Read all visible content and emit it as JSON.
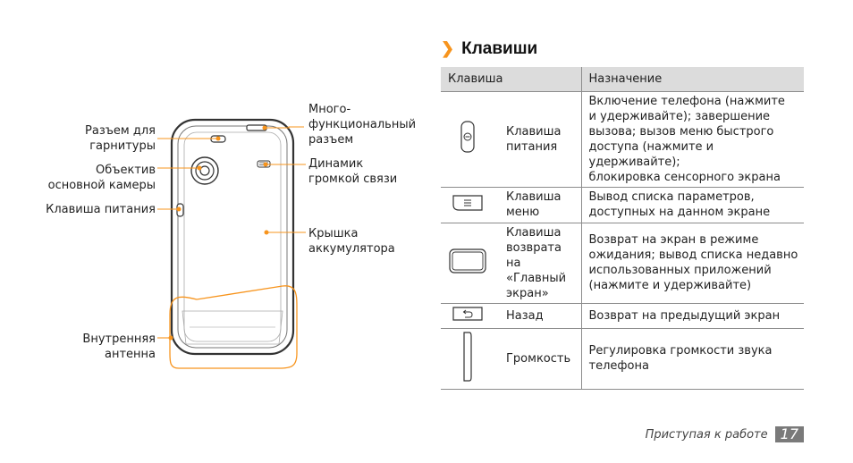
{
  "diagram": {
    "labels": {
      "headset_jack": "Разъем для\nгарнитуры",
      "camera_lens": "Объектив\nосновной камеры",
      "power_key": "Клавиша питания",
      "internal_antenna": "Внутренняя\nантенна",
      "multifunction_jack": "Много-\nфункциональный\nразъем",
      "speaker": "Динамик\nгромкой связи",
      "battery_cover": "Крышка\nаккумулятора"
    }
  },
  "section": {
    "title": "Клавиши"
  },
  "table": {
    "headers": [
      "Клавиша",
      "Назначение"
    ],
    "rows": [
      {
        "icon": "power-key-icon",
        "name": "Клавиша\nпитания",
        "desc": "Включение телефона (нажмите\nи удерживайте); завершение\nвызова; вызов меню быстрого\nдоступа (нажмите и удерживайте);\nблокировка сенсорного экрана"
      },
      {
        "icon": "menu-key-icon",
        "name": "Клавиша\nменю",
        "desc": "Вывод списка параметров,\nдоступных на данном экране"
      },
      {
        "icon": "home-key-icon",
        "name": "Клавиша\nвозврата на\n«Главный\nэкран»",
        "desc": "Возврат на экран в режиме\nожидания; вывод списка недавно\nиспользованных приложений\n(нажмите и удерживайте)"
      },
      {
        "icon": "back-key-icon",
        "name": "Назад",
        "desc": "Возврат на предыдущий экран"
      },
      {
        "icon": "volume-key-icon",
        "name": "Громкость",
        "desc": "Регулировка громкости звука\nтелефона"
      }
    ]
  },
  "footer": {
    "text": "Приступая к работе",
    "page": "17"
  },
  "colors": {
    "accent": "#f7941d",
    "header_bg": "#dcdcdc",
    "rule": "#8c8c8c",
    "page_badge": "#7a7a7a"
  }
}
